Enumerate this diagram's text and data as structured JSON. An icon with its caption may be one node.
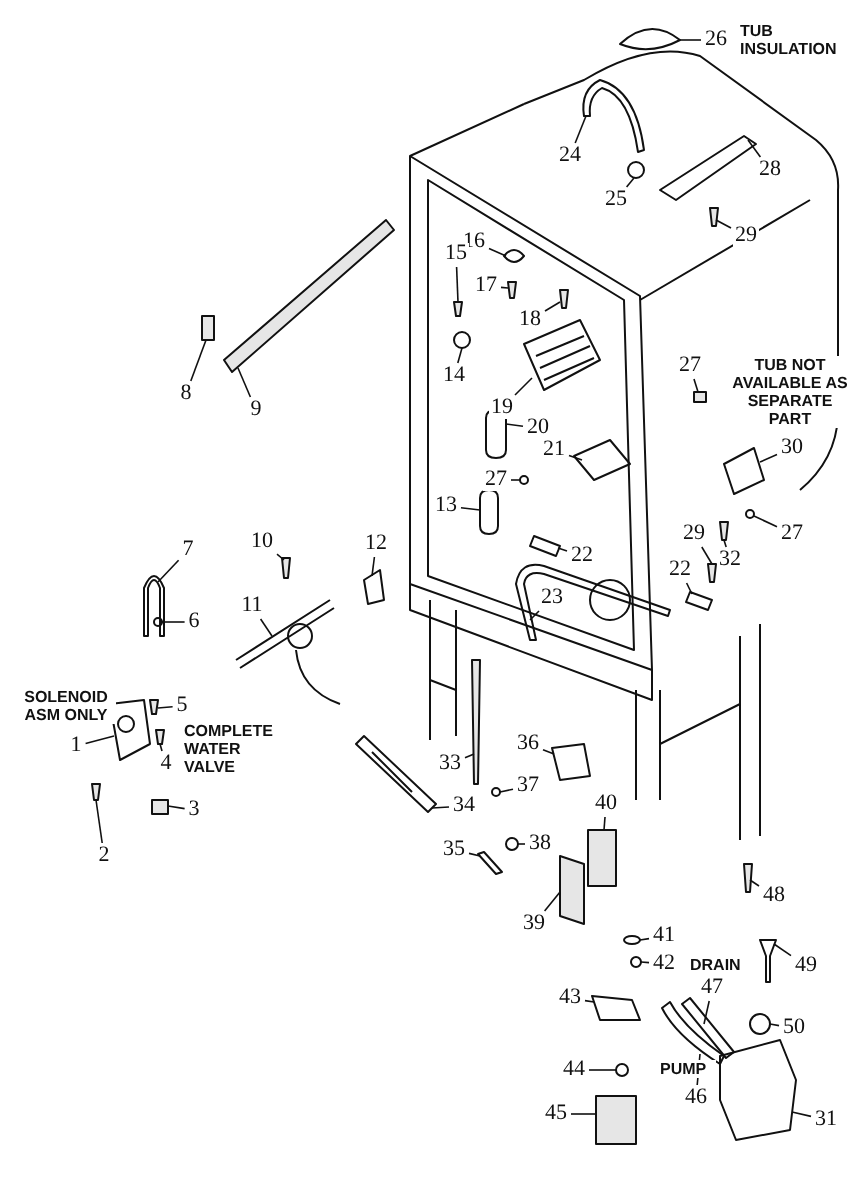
{
  "diagram": {
    "nodes": [
      {
        "text": [
          "26"
        ]
      },
      {
        "text": [],
        "shape": "picture"
      },
      {
        "text": [
          "24"
        ]
      },
      {
        "text": [],
        "shape": "picture"
      },
      {
        "text": [
          "28"
        ]
      },
      {
        "text": [],
        "shape": "picture"
      },
      {
        "text": [
          "25"
        ]
      },
      {
        "text": [],
        "shape": "picture"
      },
      {
        "text": [
          "29"
        ]
      },
      {
        "text": [],
        "shape": "box"
      },
      {
        "text": [
          "16"
        ]
      },
      {
        "text": [],
        "shape": "picture"
      },
      {
        "text": [
          "15"
        ]
      },
      {
        "text": [],
        "shape": "box"
      },
      {
        "text": [
          "17"
        ]
      },
      {
        "text": [],
        "shape": "box"
      },
      {
        "text": [
          "18"
        ]
      },
      {
        "text": [],
        "shape": "box"
      },
      {
        "text": [
          "14"
        ]
      },
      {
        "text": [],
        "shape": "picture"
      },
      {
        "text": [
          "27"
        ]
      },
      {
        "text": [],
        "shape": "box"
      },
      {
        "text": [
          "19"
        ]
      },
      {
        "text": [],
        "shape": "picture"
      },
      {
        "text": [
          "8"
        ]
      },
      {
        "text": [],
        "shape": "box"
      },
      {
        "text": [
          "9"
        ]
      },
      {
        "text": [],
        "shape": "box"
      },
      {
        "text": [
          "20"
        ]
      },
      {
        "text": [],
        "shape": "picture"
      },
      {
        "text": [
          "21"
        ]
      },
      {
        "text": [],
        "shape": "picture"
      },
      {
        "text": [
          "30"
        ]
      },
      {
        "text": [],
        "shape": "picture"
      },
      {
        "text": [
          "27"
        ]
      },
      {
        "text": [],
        "shape": "picture"
      },
      {
        "text": [
          "13"
        ]
      },
      {
        "text": [],
        "shape": "picture"
      },
      {
        "text": [
          "27"
        ]
      },
      {
        "text": [],
        "shape": "picture"
      },
      {
        "text": [
          "29"
        ]
      },
      {
        "text": [],
        "shape": "box"
      },
      {
        "text": [
          "7"
        ]
      },
      {
        "text": [],
        "shape": "picture"
      },
      {
        "text": [
          "10"
        ]
      },
      {
        "text": [],
        "shape": "box"
      },
      {
        "text": [
          "12"
        ]
      },
      {
        "text": [],
        "shape": "picture"
      },
      {
        "text": [
          "22"
        ]
      },
      {
        "text": [],
        "shape": "picture"
      },
      {
        "text": [
          "32"
        ]
      },
      {
        "text": [],
        "shape": "box"
      },
      {
        "text": [
          "22"
        ]
      },
      {
        "text": [],
        "shape": "picture"
      },
      {
        "text": [
          "23"
        ]
      },
      {
        "text": [],
        "shape": "picture"
      },
      {
        "text": [
          "11"
        ]
      },
      {
        "text": [],
        "shape": "picture"
      },
      {
        "text": [
          "6"
        ]
      },
      {
        "text": [],
        "shape": "picture"
      },
      {
        "text": [
          "5"
        ]
      },
      {
        "text": [],
        "shape": "box"
      },
      {
        "text": [
          "36"
        ]
      },
      {
        "text": [],
        "shape": "picture"
      },
      {
        "text": [
          "1"
        ]
      },
      {
        "text": [],
        "shape": "picture"
      },
      {
        "text": [
          "33"
        ]
      },
      {
        "text": [],
        "shape": "box"
      },
      {
        "text": [
          "4"
        ]
      },
      {
        "text": [],
        "shape": "box"
      },
      {
        "text": [
          "37"
        ]
      },
      {
        "text": [],
        "shape": "picture"
      },
      {
        "text": [
          "34"
        ]
      },
      {
        "text": [],
        "shape": "picture"
      },
      {
        "text": [
          "40"
        ]
      },
      {
        "text": [],
        "shape": "box"
      },
      {
        "text": [
          "3"
        ]
      },
      {
        "text": [],
        "shape": "box"
      },
      {
        "text": [
          "38"
        ]
      },
      {
        "text": [],
        "shape": "picture"
      },
      {
        "text": [
          "35"
        ]
      },
      {
        "text": [],
        "shape": "picture"
      },
      {
        "text": [
          "2"
        ]
      },
      {
        "text": [],
        "shape": "box"
      },
      {
        "text": [
          "48"
        ]
      },
      {
        "text": [],
        "shape": "box"
      },
      {
        "text": [
          "39"
        ]
      },
      {
        "text": [],
        "shape": "box"
      },
      {
        "text": [
          "41"
        ]
      },
      {
        "text": [],
        "shape": "picture"
      },
      {
        "text": [
          "49"
        ]
      },
      {
        "text": [],
        "shape": "picture"
      },
      {
        "text": [
          "42"
        ]
      },
      {
        "text": [],
        "shape": "picture"
      },
      {
        "text": [
          "47"
        ]
      },
      {
        "text": [],
        "shape": "picture"
      },
      {
        "text": [
          "43"
        ]
      },
      {
        "text": [],
        "shape": "picture"
      },
      {
        "text": [
          "50"
        ]
      },
      {
        "text": [],
        "shape": "picture"
      },
      {
        "text": [
          "44"
        ]
      },
      {
        "text": [],
        "shape": "picture"
      },
      {
        "text": [
          "46"
        ]
      },
      {
        "text": [],
        "shape": "picture"
      },
      {
        "text": [
          "45"
        ]
      },
      {
        "text": [],
        "shape": "box"
      },
      {
        "text": [
          "31"
        ]
      },
      {
        "text": [],
        "shape": "picture"
      }
    ],
    "edges": [
      {
        "from": 0,
        "to": 1,
        "arrow": "none"
      },
      {
        "from": 2,
        "to": 3,
        "arrow": "none"
      },
      {
        "from": 4,
        "to": 5,
        "arrow": "none"
      },
      {
        "from": 6,
        "to": 7,
        "arrow": "none"
      },
      {
        "from": 8,
        "to": 9,
        "arrow": "none"
      },
      {
        "from": 10,
        "to": 11,
        "arrow": "none"
      },
      {
        "from": 12,
        "to": 13,
        "arrow": "none"
      },
      {
        "from": 14,
        "to": 15,
        "arrow": "none"
      },
      {
        "from": 16,
        "to": 17,
        "arrow": "none"
      },
      {
        "from": 18,
        "to": 19,
        "arrow": "none"
      },
      {
        "from": 20,
        "to": 21,
        "arrow": "none"
      },
      {
        "from": 22,
        "to": 23,
        "arrow": "none"
      },
      {
        "from": 24,
        "to": 25,
        "arrow": "none"
      },
      {
        "from": 26,
        "to": 27,
        "arrow": "none"
      },
      {
        "from": 28,
        "to": 29,
        "arrow": "none"
      },
      {
        "from": 30,
        "to": 31,
        "arrow": "none"
      },
      {
        "from": 32,
        "to": 33,
        "arrow": "none"
      },
      {
        "from": 34,
        "to": 35,
        "arrow": "none"
      },
      {
        "from": 36,
        "to": 37,
        "arrow": "none"
      },
      {
        "from": 38,
        "to": 39,
        "arrow": "none"
      },
      {
        "from": 40,
        "to": 41,
        "arrow": "none"
      },
      {
        "from": 42,
        "to": 43,
        "arrow": "none"
      },
      {
        "from": 44,
        "to": 45,
        "arrow": "none"
      },
      {
        "from": 46,
        "to": 47,
        "arrow": "none"
      },
      {
        "from": 48,
        "to": 49,
        "arrow": "none"
      },
      {
        "from": 50,
        "to": 51,
        "arrow": "none"
      },
      {
        "from": 52,
        "to": 53,
        "arrow": "none"
      },
      {
        "from": 54,
        "to": 55,
        "arrow": "none"
      },
      {
        "from": 56,
        "to": 57,
        "arrow": "none"
      },
      {
        "from": 58,
        "to": 59,
        "arrow": "none"
      },
      {
        "from": 60,
        "to": 61,
        "arrow": "none"
      },
      {
        "from": 62,
        "to": 63,
        "arrow": "none"
      },
      {
        "from": 64,
        "to": 65,
        "arrow": "none"
      },
      {
        "from": 66,
        "to": 67,
        "arrow": "none"
      },
      {
        "from": 68,
        "to": 69,
        "arrow": "none"
      },
      {
        "from": 70,
        "to": 71,
        "arrow": "none"
      },
      {
        "from": 72,
        "to": 73,
        "arrow": "none"
      },
      {
        "from": 74,
        "to": 75,
        "arrow": "none"
      },
      {
        "from": 76,
        "to": 77,
        "arrow": "none"
      },
      {
        "from": 78,
        "to": 79,
        "arrow": "none"
      },
      {
        "from": 80,
        "to": 81,
        "arrow": "none"
      },
      {
        "from": 82,
        "to": 83,
        "arrow": "none"
      },
      {
        "from": 84,
        "to": 85,
        "arrow": "none"
      },
      {
        "from": 86,
        "to": 87,
        "arrow": "none"
      },
      {
        "from": 88,
        "to": 89,
        "arrow": "none"
      },
      {
        "from": 90,
        "to": 91,
        "arrow": "none"
      },
      {
        "from": 92,
        "to": 93,
        "arrow": "none"
      },
      {
        "from": 94,
        "to": 95,
        "arrow": "none"
      },
      {
        "from": 96,
        "to": 97,
        "arrow": "none"
      },
      {
        "from": 98,
        "to": 99,
        "arrow": "none"
      },
      {
        "from": 100,
        "to": 101,
        "arrow": "none"
      },
      {
        "from": 102,
        "to": 103,
        "arrow": "none"
      },
      {
        "from": 104,
        "to": 105,
        "arrow": "none"
      },
      {
        "from": 106,
        "to": 107,
        "arrow": "none"
      }
    ],
    "labels": [
      "TUB INSULATION",
      "TUB NOT AVAILABLE AS SEPARATE PART",
      "SOLENOID ASM ONLY",
      "COMPLETE WATER VALVE",
      "DRAIN",
      "PUMP"
    ]
  }
}
